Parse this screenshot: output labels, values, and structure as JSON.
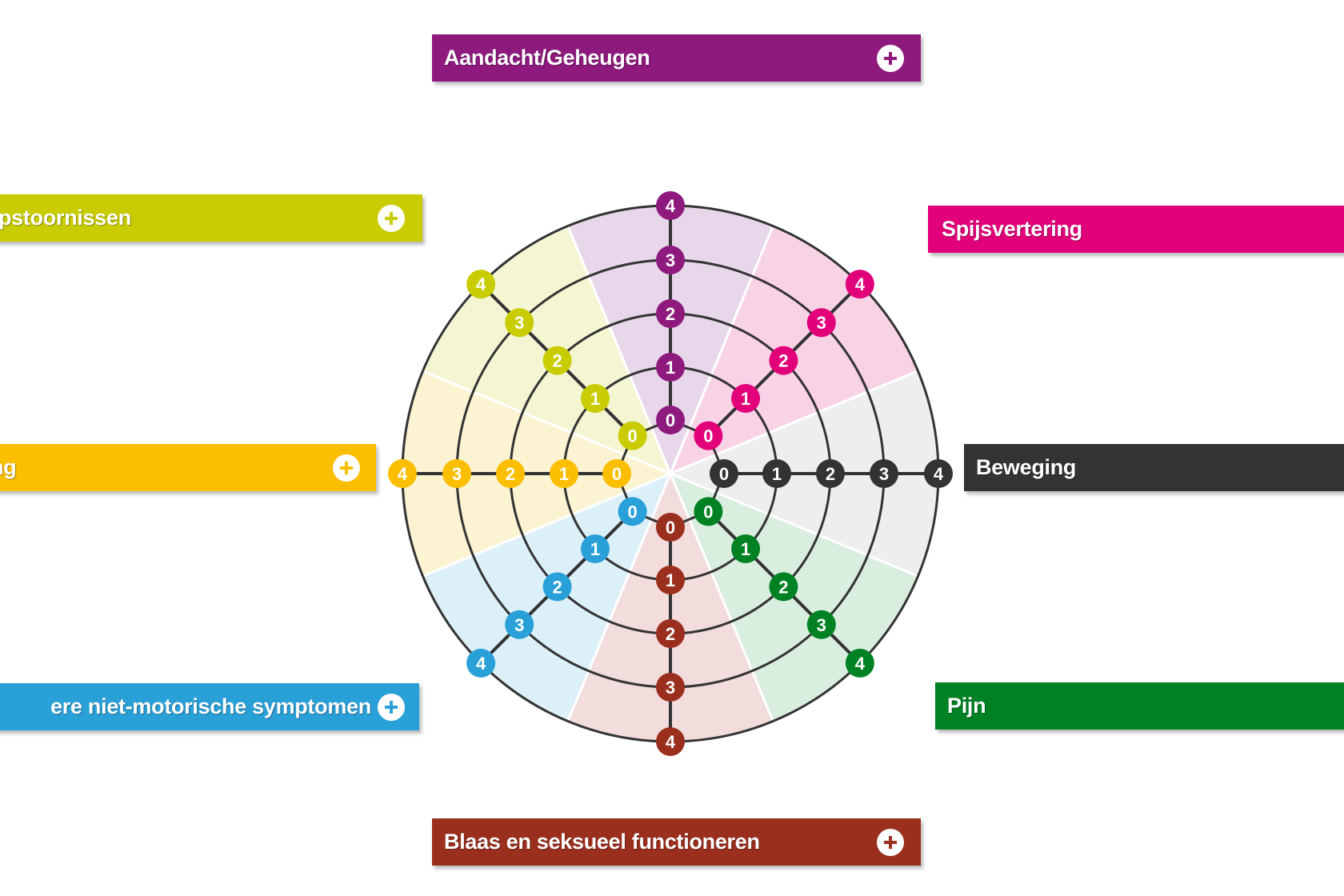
{
  "categories": [
    {
      "key": "aandacht",
      "label": "Aandacht/Geheugen",
      "color": "#8e1a7e",
      "fill": "#e8d6ea",
      "has_plus": true
    },
    {
      "key": "spijsvertering",
      "label": "Spijsvertering",
      "color": "#e2007a",
      "fill": "#f8d3e6",
      "has_plus": false
    },
    {
      "key": "beweging",
      "label": "Beweging",
      "color": "#333333",
      "fill": "#eeeeee",
      "has_plus": false
    },
    {
      "key": "pijn",
      "label": "Pijn",
      "color": "#008224",
      "fill": "#d9eedf",
      "has_plus": false
    },
    {
      "key": "blaas",
      "label": "Blaas en seksueel functioneren",
      "color": "#9b2f1e",
      "fill": "#f2dcdc",
      "has_plus": true
    },
    {
      "key": "overige",
      "label": "ere niet-motorische symptomen",
      "color": "#2aa0d8",
      "fill": "#dcf0fa",
      "has_plus": true
    },
    {
      "key": "stemming",
      "label": "ng",
      "color": "#fbbf00",
      "fill": "#fbf3d2",
      "has_plus": true
    },
    {
      "key": "slaap",
      "label": "pstoornissen",
      "color": "#c8cc00",
      "fill": "#f4f6d3",
      "has_plus": true
    }
  ],
  "chart_data": {
    "type": "radar",
    "scale_levels": [
      0,
      1,
      2,
      3,
      4
    ],
    "axes": [
      "Aandacht/Geheugen",
      "Spijsvertering",
      "Beweging",
      "Pijn",
      "Blaas en seksueel functioneren",
      "ere niet-motorische symptomen",
      "ng",
      "pstoornissen"
    ],
    "ring_color": "#333333"
  }
}
